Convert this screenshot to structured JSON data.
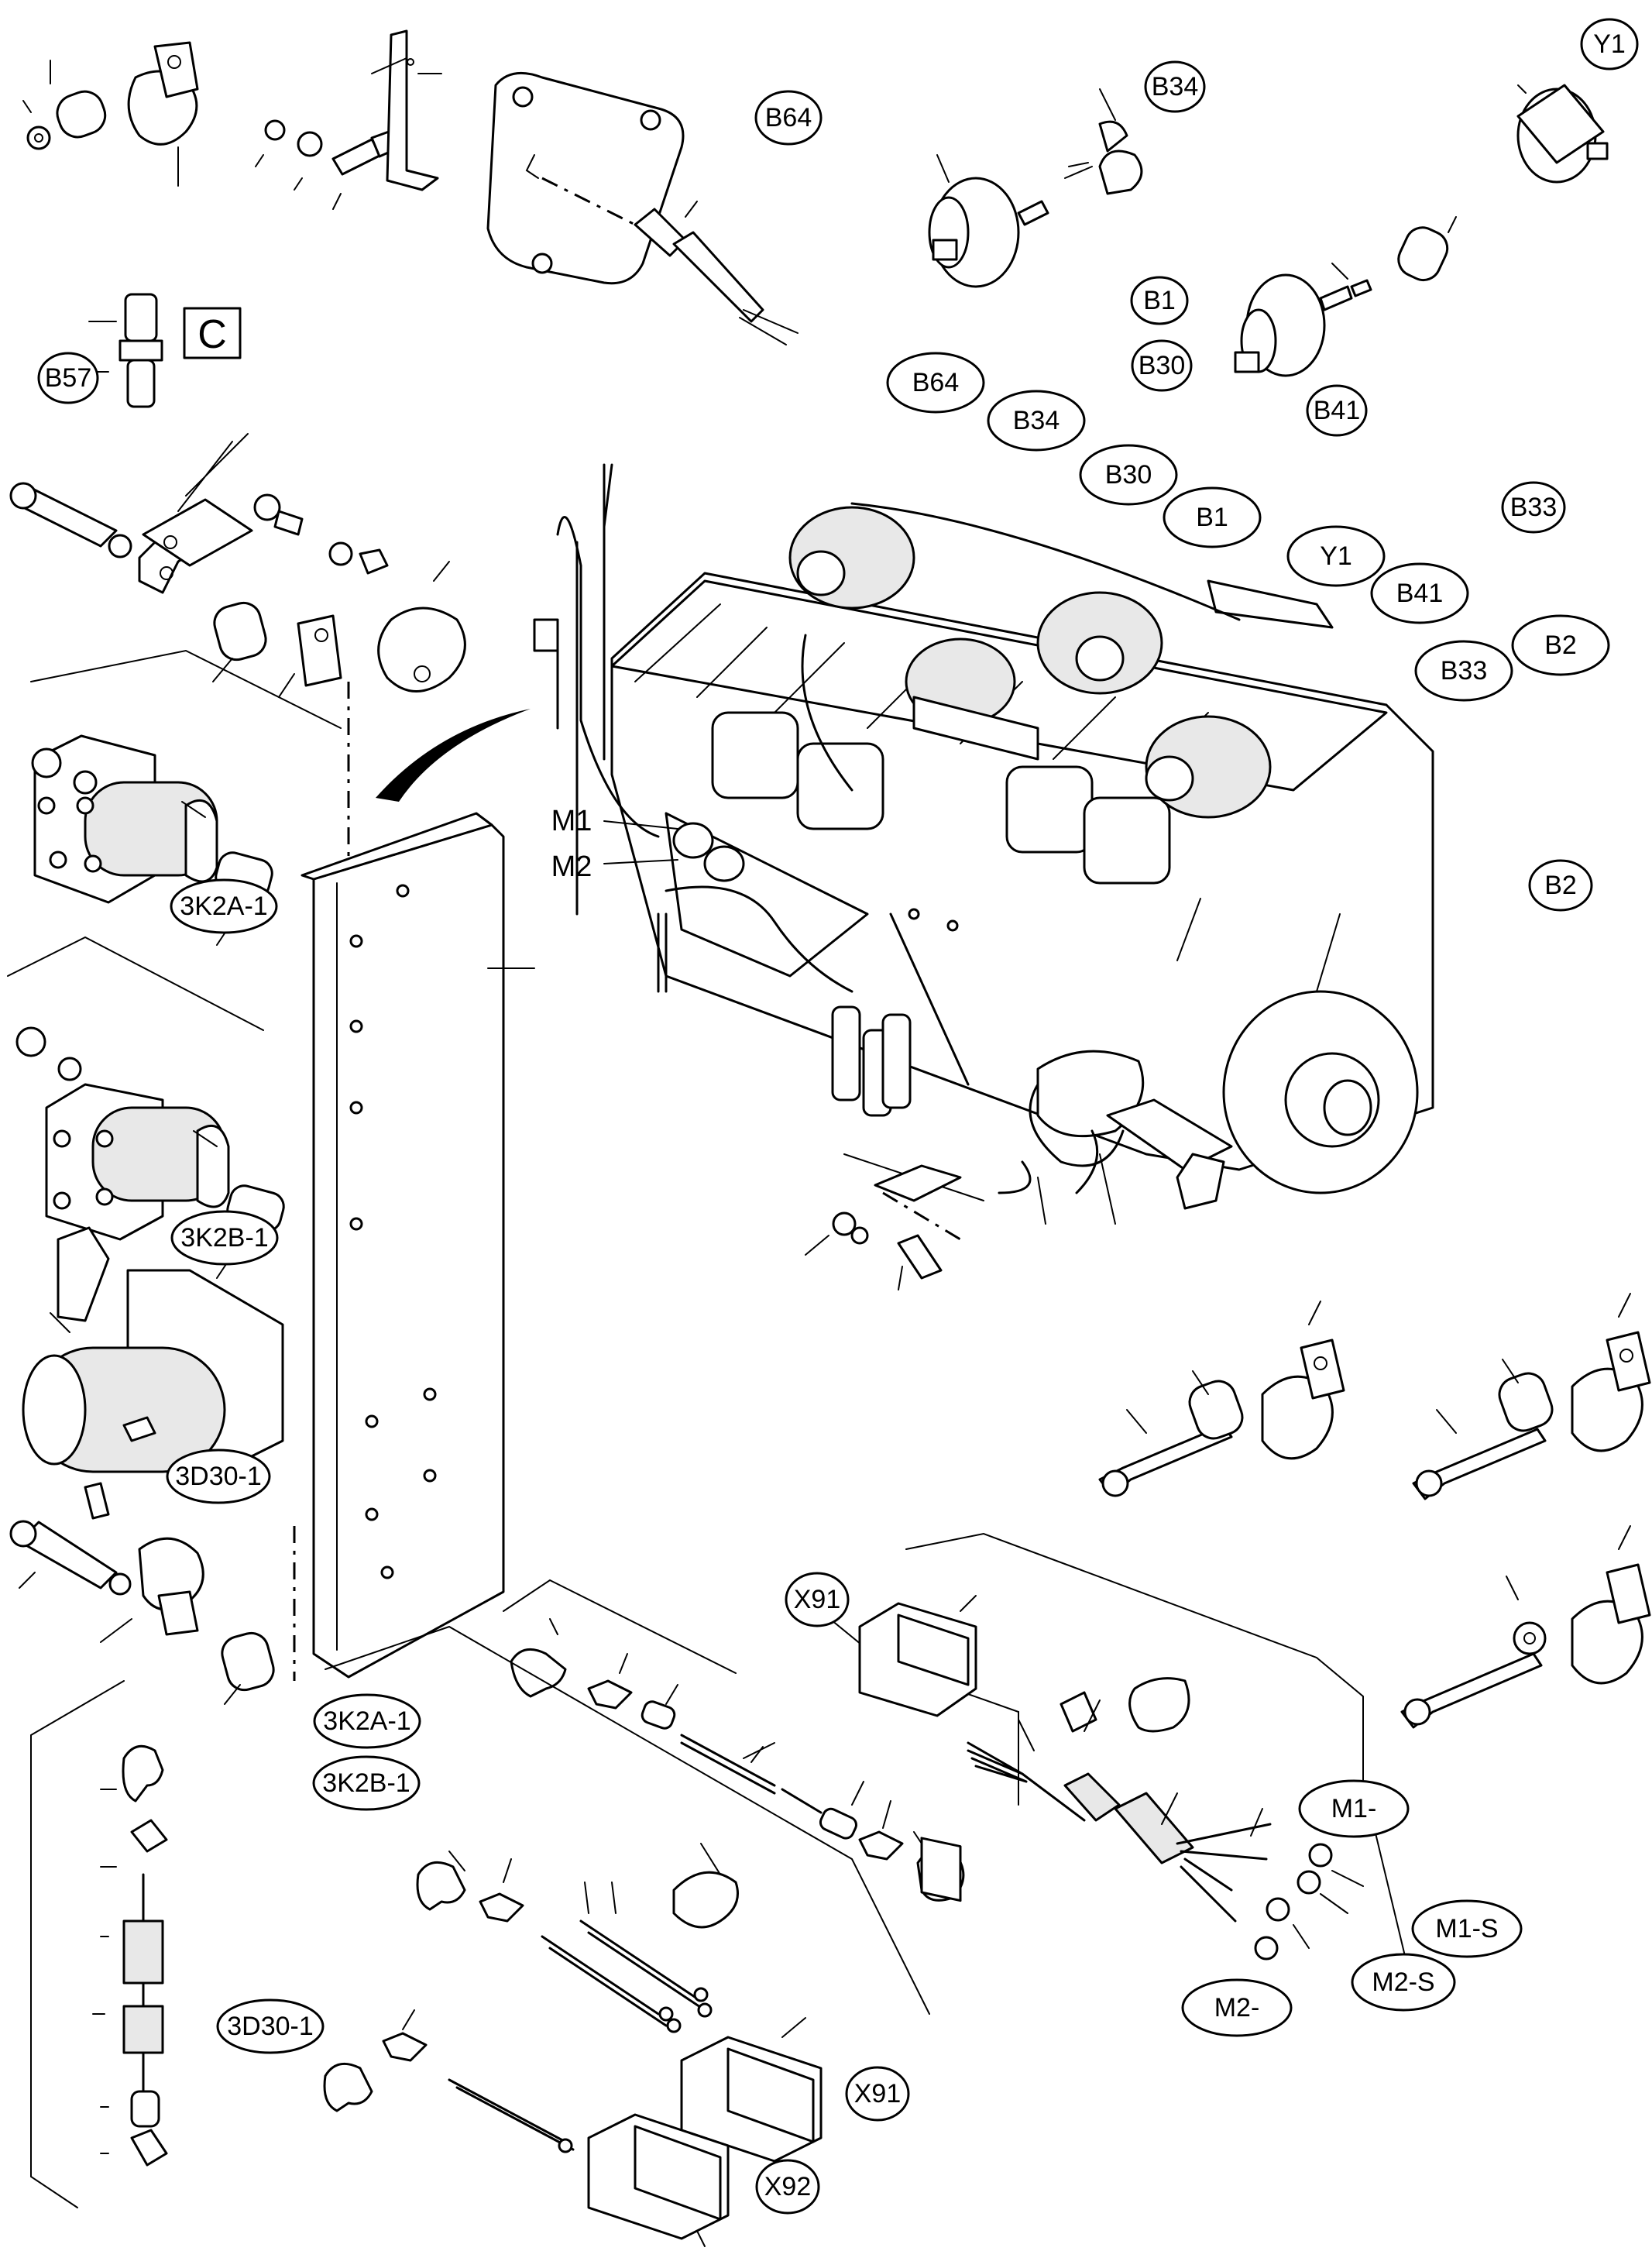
{
  "diagram": {
    "box_label": "C",
    "callouts": {
      "y1_top": "Y1",
      "b34_top": "B34",
      "b64_top": "B64",
      "b1_top": "B1",
      "b30_top": "B30",
      "b41_top": "B41",
      "b57": "B57",
      "b64_engine": "B64",
      "b34_engine": "B34",
      "b30_engine": "B30",
      "b1_engine": "B1",
      "y1_engine": "Y1",
      "b41_engine": "B41",
      "b33_engine": "B33",
      "b2_engine": "B2",
      "b33_right": "B33",
      "b2_right": "B2",
      "k2a_left": "3K2A-1",
      "k2b_left": "3K2B-1",
      "d30_left": "3D30-1",
      "k2a_bottom": "3K2A-1",
      "k2b_bottom": "3K2B-1",
      "d30_bottom": "3D30-1",
      "x91_top": "X91",
      "x91_bottom": "X91",
      "x92": "X92",
      "m1_minus": "M1-",
      "m1_s": "M1-S",
      "m2_s": "M2-S",
      "m2_minus": "M2-"
    },
    "labels": {
      "m1": "M1",
      "m2": "M2"
    }
  }
}
